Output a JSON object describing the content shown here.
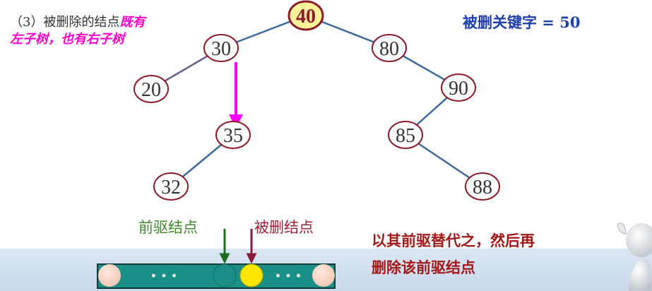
{
  "caption": {
    "prefix": "（3）被删除的结点",
    "highlight_line1": "既有",
    "highlight_line2": "左子树，也有右子树"
  },
  "deleted_key_label": "被删关键字 = 50",
  "tree": {
    "nodes": [
      {
        "key": "40",
        "root": true
      },
      {
        "key": "30"
      },
      {
        "key": "80"
      },
      {
        "key": "20"
      },
      {
        "key": "90"
      },
      {
        "key": "35"
      },
      {
        "key": "85"
      },
      {
        "key": "32"
      },
      {
        "key": "88"
      }
    ],
    "edges": [
      [
        "40",
        "30"
      ],
      [
        "40",
        "80"
      ],
      [
        "30",
        "20"
      ],
      [
        "80",
        "90"
      ],
      [
        "90",
        "85"
      ],
      [
        "35",
        "32"
      ],
      [
        "85",
        "88"
      ]
    ],
    "highlight_path": [
      "30",
      "35"
    ]
  },
  "sequence": {
    "dots_left": "• • •",
    "dots_right": "• • •"
  },
  "labels": {
    "predecessor": "前驱结点",
    "deleted": "被删结点"
  },
  "note": {
    "line1": "以其前驱替代之，然后再",
    "line2": "删除该前驱结点"
  },
  "colors": {
    "node_border": "#8b1a2b",
    "root_fill": "#fff39a",
    "edge": "#3d6a9a",
    "highlight_arrow": "#ff00ff",
    "bar_fill": "#1a8f88",
    "predecessor_arrow": "#1e6b1e",
    "deleted_arrow": "#8b1a3a",
    "deleted_circle": "#ffe600"
  }
}
